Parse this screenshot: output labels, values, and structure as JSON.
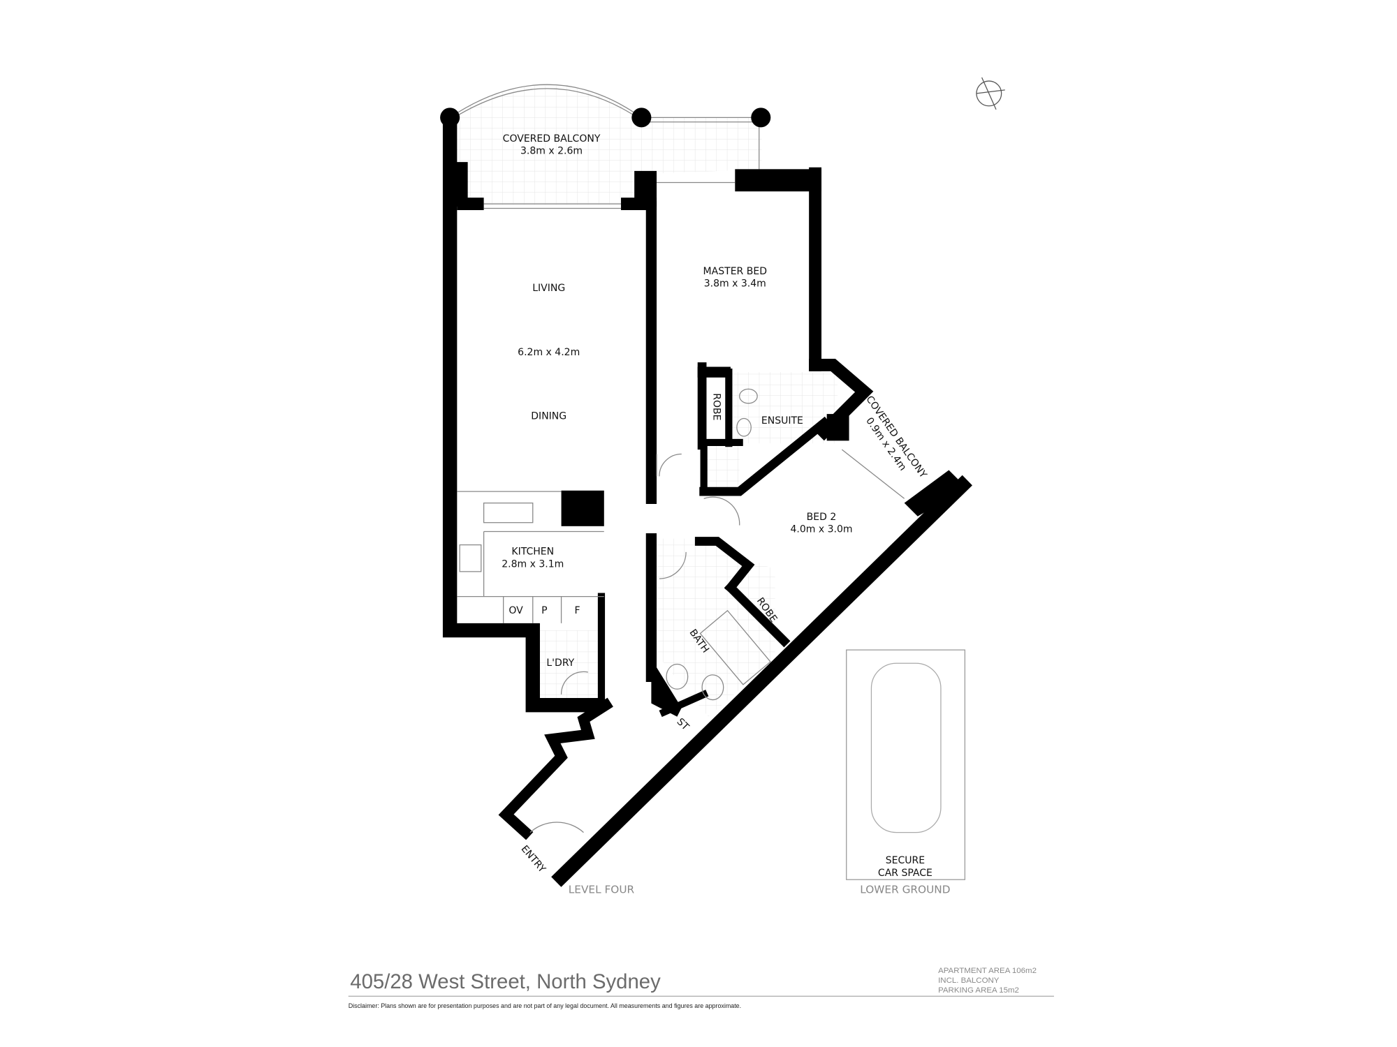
{
  "rooms": {
    "balcony_main": {
      "name": "COVERED BALCONY",
      "size": "3.8m x 2.6m"
    },
    "master_bed": {
      "name": "MASTER BED",
      "size": "3.8m x 3.4m"
    },
    "living": {
      "name": "LIVING",
      "size": "6.2m x 4.2m",
      "dining": "DINING"
    },
    "robe_master": "ROBE",
    "ensuite": "ENSUITE",
    "balcony_side": {
      "name": "COVERED BALCONY",
      "size": "0.9m x 2.4m"
    },
    "bed2": {
      "name": "BED 2",
      "size": "4.0m x 3.0m"
    },
    "kitchen": {
      "name": "KITCHEN",
      "size": "2.8m x 3.1m",
      "ov": "OV",
      "p": "P",
      "f": "F"
    },
    "laundry": "L'DRY",
    "bath": "BATH",
    "robe_bed2": "ROBE",
    "storage": "ST",
    "entry": "ENTRY",
    "car": {
      "line1": "SECURE",
      "line2": "CAR SPACE"
    }
  },
  "levels": {
    "main": "LEVEL FOUR",
    "car": "LOWER GROUND"
  },
  "footer": {
    "address": "405/28 West Street, North Sydney",
    "area_line1": "APARTMENT AREA 106m2",
    "area_line2": "INCL. BALCONY",
    "area_line3": "PARKING AREA 15m2",
    "disclaimer": "Disclaimer: Plans shown are for presentation purposes and are not part of any legal document. All measurements and figures are approximate."
  },
  "icons": {
    "north": "compass-north-icon"
  }
}
